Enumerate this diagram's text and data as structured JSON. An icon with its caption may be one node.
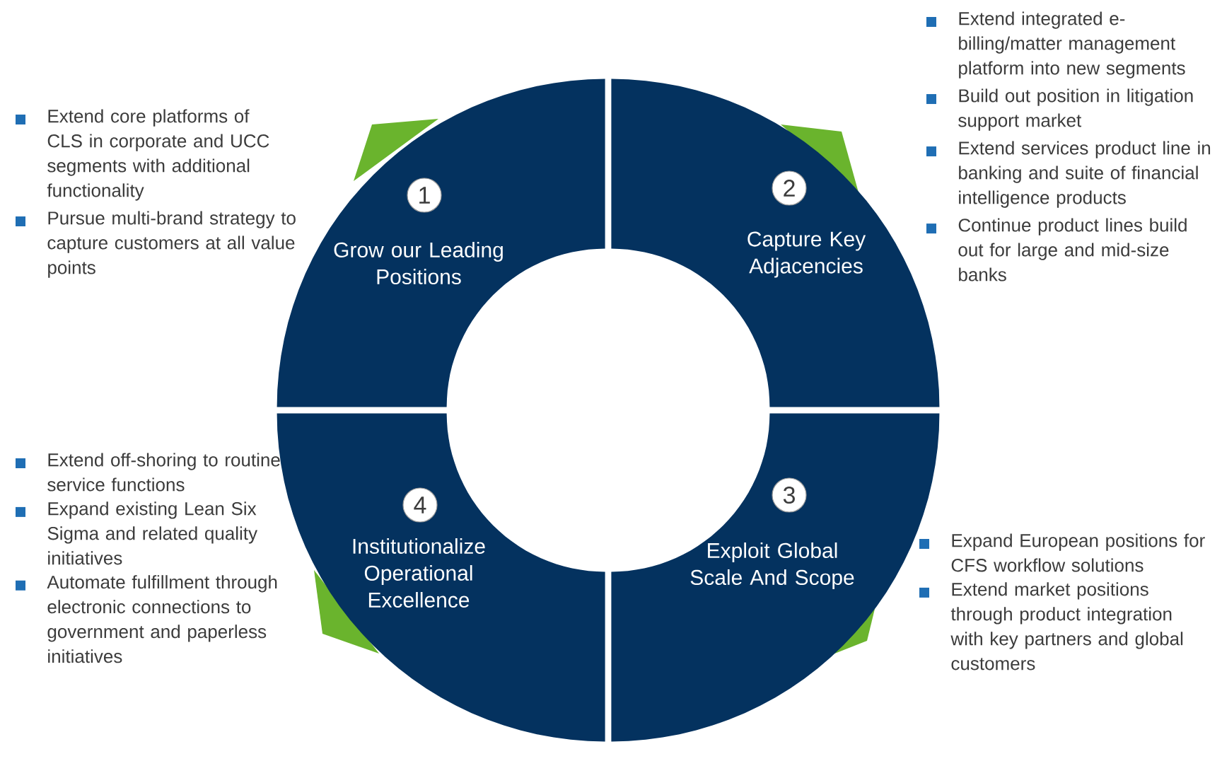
{
  "diagram": {
    "nodes": [
      {
        "text": [
          "1",
          "Grow our Leading Positions"
        ],
        "beside": [
          "Extend core platforms of CLS in corporate and UCC segments with additional functionality",
          "Pursue multi-brand strategy to capture customers at all value points"
        ]
      },
      {
        "text": [
          "2",
          "Capture Key Adjacencies"
        ],
        "beside": [
          "Extend integrated e-billing/matter management platform into new segments",
          "Build out position in litigation support market",
          "Extend services product line in banking and suite of financial intelligence products",
          "Continue product lines build out for large and mid-size banks"
        ]
      },
      {
        "text": [
          "3",
          "Exploit Global Scale And Scope"
        ],
        "beside": [
          "Expand European positions for CFS workflow solutions",
          "Extend market positions through product integration with key partners and global customers"
        ]
      },
      {
        "text": [
          "4",
          "Institutionalize Operational Excellence"
        ],
        "beside": [
          "Extend off-shoring to routine service functions",
          "Expand existing Lean Six Sigma and related quality initiatives",
          "Automate fulfillment through electronic connections to government and paperless initiatives"
        ]
      }
    ]
  }
}
